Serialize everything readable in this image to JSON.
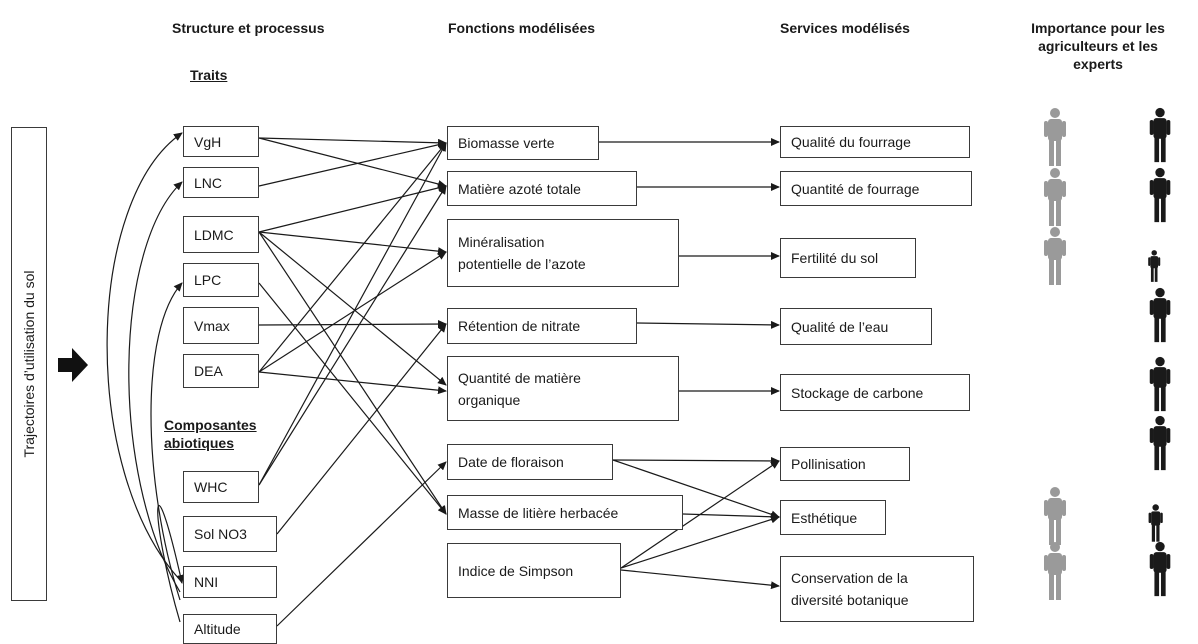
{
  "headers": {
    "structure": "Structure et processus",
    "functions": "Fonctions modélisées",
    "services": "Services modélisés",
    "importance_1": "Importance pour les",
    "importance_2": "agriculteurs et les",
    "importance_3": "experts"
  },
  "subheadings": {
    "traits": "Traits",
    "abiotic_1": "Composantes",
    "abiotic_2": "abiotiques"
  },
  "land_use": "Trajectoires d’utilisation du sol",
  "traits": [
    "VgH",
    "LNC",
    "LDMC",
    "LPC",
    "Vmax",
    "DEA"
  ],
  "abiotic": [
    "WHC",
    "Sol NO3",
    "NNI",
    "Altitude"
  ],
  "functions": [
    [
      "Biomasse verte"
    ],
    [
      "Matière azoté totale"
    ],
    [
      "Minéralisation",
      "potentielle de l’azote"
    ],
    [
      "Rétention de nitrate"
    ],
    [
      "Quantité de matière",
      "organique"
    ],
    [
      "Date de floraison"
    ],
    [
      "Masse de litière herbacée"
    ],
    [
      "Indice de Simpson"
    ]
  ],
  "services": [
    [
      "Qualité du fourrage"
    ],
    [
      "Quantité de fourrage"
    ],
    [
      "Fertilité du sol"
    ],
    [
      "Qualité de l’eau"
    ],
    [
      "Stockage de carbone"
    ],
    [
      "Pollinisation"
    ],
    [
      "Esthétique"
    ],
    [
      "Conservation de la",
      "diversité botanique"
    ]
  ],
  "importance": {
    "farmers_rows": [
      "Qualité du fourrage",
      "Quantité de fourrage",
      "Fertilité du sol",
      "Esthétique",
      "Conservation de la diversité botanique"
    ],
    "experts_rows": [
      "Qualité du fourrage",
      "Quantité de fourrage",
      "Fertilité du sol",
      "Qualité de l’eau",
      "Stockage de carbone",
      "Pollinisation",
      "Esthétique",
      "Conservation de la diversité botanique"
    ]
  },
  "colors": {
    "line": "#1a1a1a",
    "box_border": "#3a3a3a",
    "farmer": "#9a9a9a",
    "expert": "#1a1a1a"
  }
}
